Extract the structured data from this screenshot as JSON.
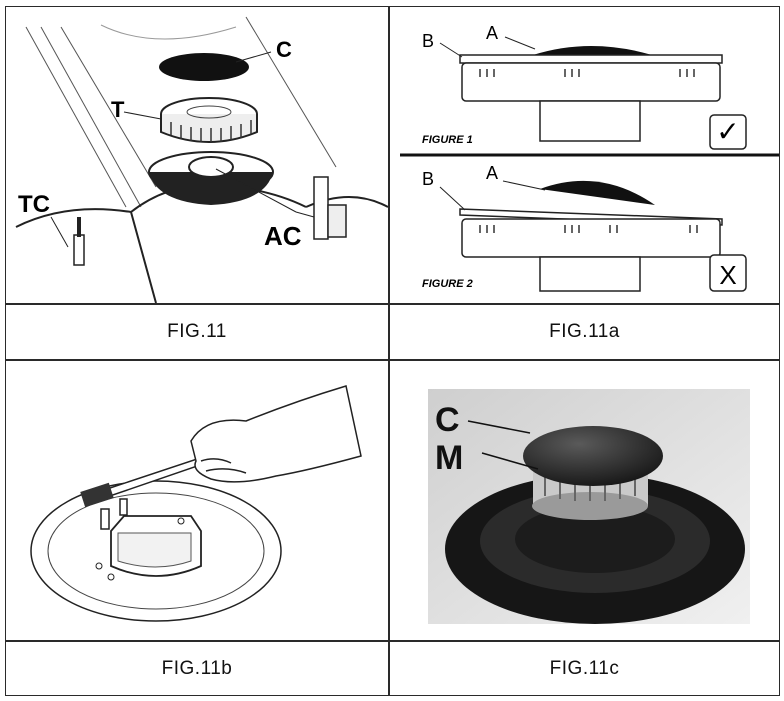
{
  "captions": {
    "fig11": "FIG.11",
    "fig11a": "FIG.11a",
    "fig11b": "FIG.11b",
    "fig11c": "FIG.11c"
  },
  "fig11_labels": {
    "c": "C",
    "t": "T",
    "tc": "TC",
    "ac": "AC"
  },
  "fig11a_labels": {
    "b1": "B",
    "a1": "A",
    "figure1": "FIGURE 1",
    "b2": "B",
    "a2": "A",
    "figure2": "FIGURE 2",
    "correct_mark": "✓",
    "wrong_mark": "X"
  },
  "fig11c_labels": {
    "c": "C",
    "m": "M"
  }
}
